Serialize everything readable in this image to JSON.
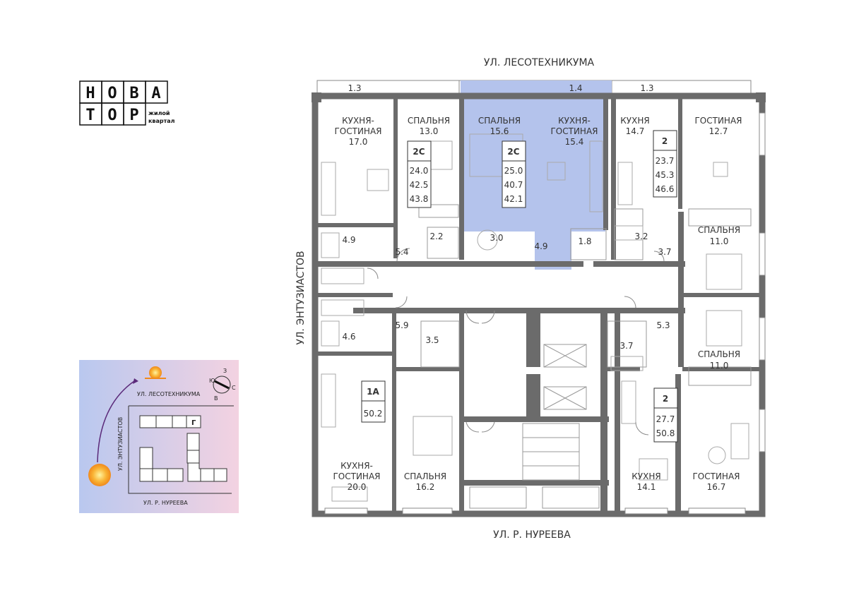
{
  "logo": {
    "row1": [
      "Н",
      "О",
      "В",
      "А"
    ],
    "row2": [
      "Т",
      "О",
      "Р"
    ],
    "sub1": "жилой",
    "sub2": "квартал"
  },
  "streets": {
    "north": "УЛ. ЛЕСОТЕХНИКУМА",
    "south": "УЛ. Р. НУРЕЕВА",
    "west": "УЛ. ЭНТУЗИАСТОВ"
  },
  "balconies": [
    "1.3",
    "1.4",
    "1.3"
  ],
  "rooms": {
    "r1": {
      "name": "КУХНЯ-",
      "name2": "ГОСТИНАЯ",
      "area": "17.0"
    },
    "r2": {
      "name": "СПАЛЬНЯ",
      "area": "13.0"
    },
    "r3": {
      "name": "СПАЛЬНЯ",
      "area": "15.6"
    },
    "r4": {
      "name": "КУХНЯ-",
      "name2": "ГОСТИНАЯ",
      "area": "15.4"
    },
    "r5": {
      "name": "КУХНЯ",
      "area": "14.7"
    },
    "r6": {
      "name": "ГОСТИНАЯ",
      "area": "12.7"
    },
    "r7": {
      "name": "СПАЛЬНЯ",
      "area": "11.0"
    },
    "r8": {
      "name": "СПАЛЬНЯ",
      "area": "11.0"
    },
    "r9": {
      "name": "КУХНЯ-",
      "name2": "ГОСТИНАЯ",
      "area": "20.0"
    },
    "r10": {
      "name": "СПАЛЬНЯ",
      "area": "16.2"
    },
    "r11": {
      "name": "КУХНЯ",
      "area": "14.1"
    },
    "r12": {
      "name": "ГОСТИНАЯ",
      "area": "16.7"
    }
  },
  "small_areas": [
    "4.9",
    "5.4",
    "2.2",
    "3.0",
    "4.9",
    "1.8",
    "3.2",
    "3.7",
    "4.6",
    "5.9",
    "3.5",
    "3.7",
    "5.3"
  ],
  "units": [
    {
      "type": "2С",
      "v1": "24.0",
      "v2": "42.5",
      "v3": "43.8"
    },
    {
      "type": "2С",
      "v1": "25.0",
      "v2": "40.7",
      "v3": "42.1"
    },
    {
      "type": "2",
      "v1": "23.7",
      "v2": "45.3",
      "v3": "46.6"
    },
    {
      "type": "1А",
      "v1": "50.2"
    },
    {
      "type": "2",
      "v1": "27.7",
      "v2": "50.8"
    }
  ],
  "minimap": {
    "street_north": "УЛ. ЛЕСОТЕХНИКУМА",
    "street_west": "УЛ. ЭНТУЗИАСТОВ",
    "street_south": "УЛ. Р. НУРЕЕВА",
    "section": "Г",
    "compass": [
      "З",
      "Ю",
      "С",
      "В"
    ],
    "colors": {
      "left": "#b9c8ef",
      "right": "#f3d2e1"
    }
  },
  "colors": {
    "wall": "#6b6b6b",
    "highlight": "#b4c3ec",
    "line": "#9a9a9a"
  }
}
